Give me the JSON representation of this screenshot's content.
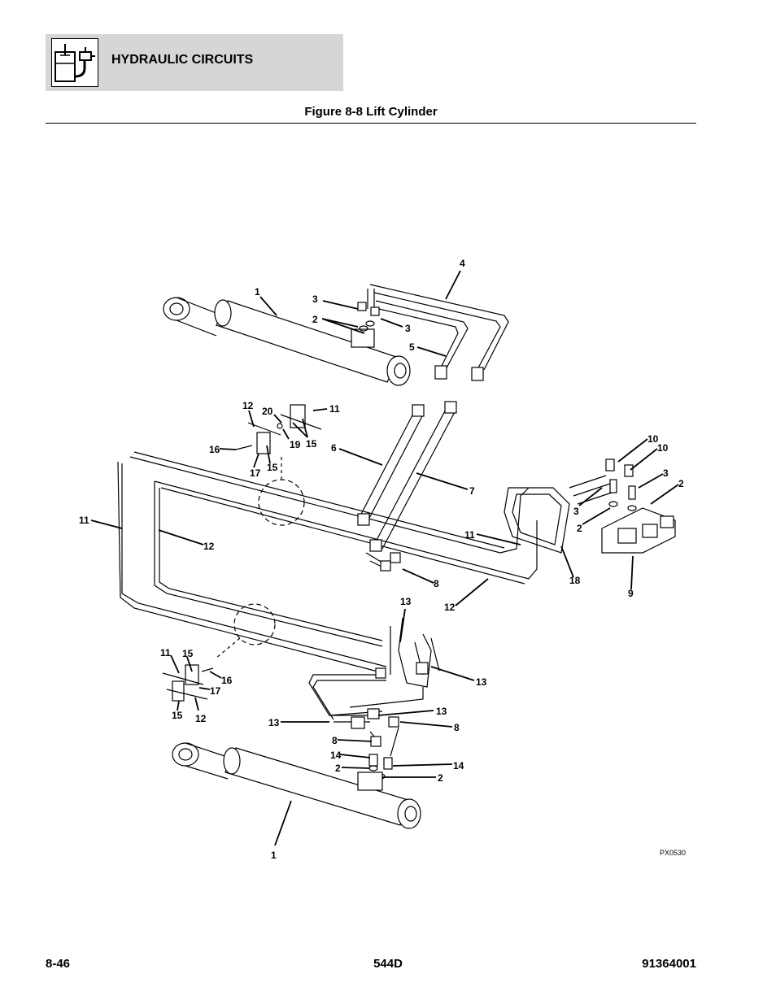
{
  "header": {
    "section_title": "HYDRAULIC CIRCUITS",
    "icon": "hydraulic-circuit-icon"
  },
  "figure": {
    "title": "Figure 8-8 Lift Cylinder",
    "drawing_id": "PX0530",
    "callouts": [
      {
        "id": "c1a",
        "text": "1"
      },
      {
        "id": "c3a",
        "text": "3"
      },
      {
        "id": "c2a",
        "text": "2"
      },
      {
        "id": "c3b",
        "text": "3"
      },
      {
        "id": "c4",
        "text": "4"
      },
      {
        "id": "c5",
        "text": "5"
      },
      {
        "id": "c12a",
        "text": "12"
      },
      {
        "id": "c20",
        "text": "20"
      },
      {
        "id": "c11a",
        "text": "11"
      },
      {
        "id": "c19",
        "text": "19"
      },
      {
        "id": "c15a",
        "text": "15"
      },
      {
        "id": "c16a",
        "text": "16"
      },
      {
        "id": "c17a",
        "text": "17"
      },
      {
        "id": "c15b",
        "text": "15"
      },
      {
        "id": "c6",
        "text": "6"
      },
      {
        "id": "c7",
        "text": "7"
      },
      {
        "id": "c10a",
        "text": "10"
      },
      {
        "id": "c10b",
        "text": "10"
      },
      {
        "id": "c3c",
        "text": "3"
      },
      {
        "id": "c2b",
        "text": "2"
      },
      {
        "id": "c3d",
        "text": "3"
      },
      {
        "id": "c2c",
        "text": "2"
      },
      {
        "id": "c11b",
        "text": "11"
      },
      {
        "id": "c12b",
        "text": "12"
      },
      {
        "id": "c11c",
        "text": "11"
      },
      {
        "id": "c18",
        "text": "18"
      },
      {
        "id": "c9",
        "text": "9"
      },
      {
        "id": "c8a",
        "text": "8"
      },
      {
        "id": "c12c",
        "text": "12"
      },
      {
        "id": "c13a",
        "text": "13"
      },
      {
        "id": "c13b",
        "text": "13"
      },
      {
        "id": "c11d",
        "text": "11"
      },
      {
        "id": "c15c",
        "text": "15"
      },
      {
        "id": "c16b",
        "text": "16"
      },
      {
        "id": "c17b",
        "text": "17"
      },
      {
        "id": "c15d",
        "text": "15"
      },
      {
        "id": "c12d",
        "text": "12"
      },
      {
        "id": "c13c",
        "text": "13"
      },
      {
        "id": "c13d",
        "text": "13"
      },
      {
        "id": "c8b",
        "text": "8"
      },
      {
        "id": "c8c",
        "text": "8"
      },
      {
        "id": "c14a",
        "text": "14"
      },
      {
        "id": "c14b",
        "text": "14"
      },
      {
        "id": "c2d",
        "text": "2"
      },
      {
        "id": "c2e",
        "text": "2"
      },
      {
        "id": "c1b",
        "text": "1"
      }
    ]
  },
  "footer": {
    "page_number": "8-46",
    "model": "544D",
    "part_number": "91364001"
  }
}
